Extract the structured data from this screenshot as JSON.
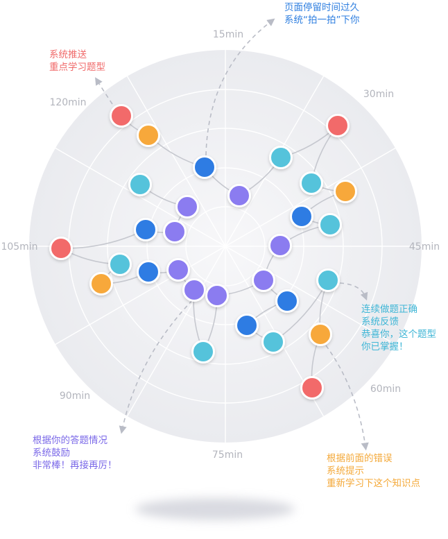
{
  "radial_labels": [
    "15min",
    "30min",
    "45min",
    "60min",
    "75min",
    "90min",
    "105min",
    "120min"
  ],
  "annotations": {
    "top_left": {
      "lines": [
        "系统推送",
        "重点学习题型"
      ],
      "color": "#f06a6a"
    },
    "top_right": {
      "lines": [
        "页面停留时间过久",
        "系统“拍一拍”下你"
      ],
      "color": "#2f7fe0"
    },
    "right": {
      "lines": [
        "连续做题正确",
        "系统反馈",
        "恭喜你，这个题型",
        "你已掌握！"
      ],
      "color": "#3fb6d6"
    },
    "bottom_left": {
      "lines": [
        "根据你的答题情况",
        "系统鼓励",
        "非常棒！再接再厉！"
      ],
      "color": "#7a68e8"
    },
    "bottom_right": {
      "lines": [
        "根据前面的错误",
        "系统提示",
        "重新学习下这个知识点"
      ],
      "color": "#f4a93a"
    }
  },
  "node_types": {
    "red": {
      "color": "#f26b6b",
      "meaning": "系统推送 重点学习题型"
    },
    "orange": {
      "color": "#f7a83a",
      "meaning": "根据前面的错误 系统提示"
    },
    "cyan": {
      "color": "#55c3db",
      "meaning": "连续做题正确 系统反馈"
    },
    "blue": {
      "color": "#2e7be3",
      "meaning": "页面停留时间过久"
    },
    "purple": {
      "color": "#8b7cf0",
      "meaning": "根据你的答题情况 系统鼓励"
    }
  }
}
